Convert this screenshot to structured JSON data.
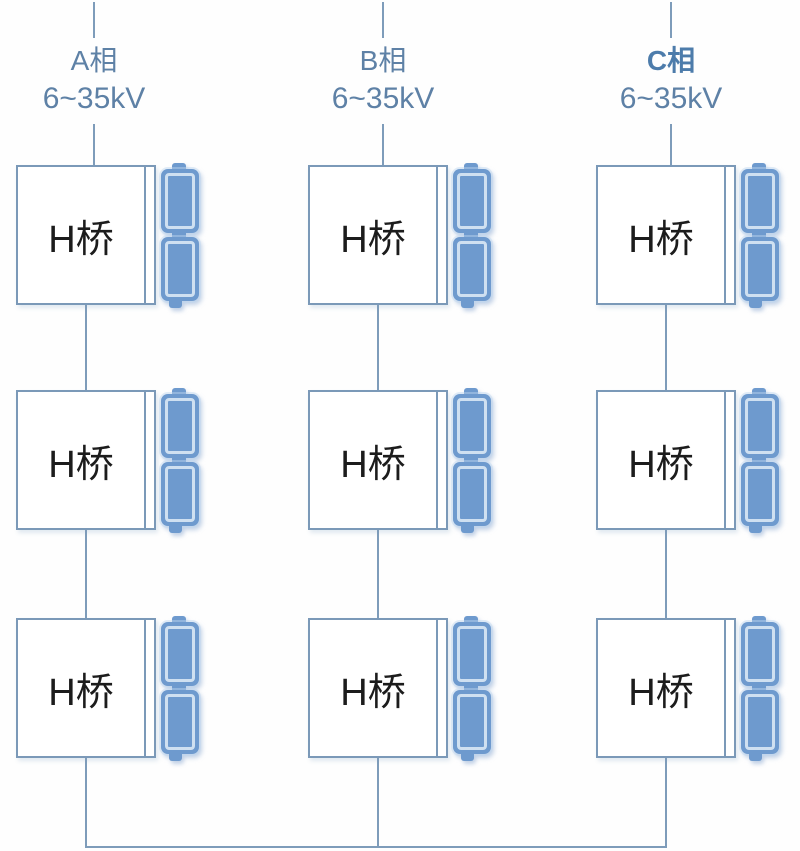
{
  "phases": [
    {
      "label": "A相",
      "voltage": "6~35kV",
      "bold": false,
      "modules": [
        {
          "label": "H桥"
        },
        {
          "label": "H桥"
        },
        {
          "label": "H桥"
        }
      ]
    },
    {
      "label": "B相",
      "voltage": "6~35kV",
      "bold": false,
      "modules": [
        {
          "label": "H桥"
        },
        {
          "label": "H桥"
        },
        {
          "label": "H桥"
        }
      ]
    },
    {
      "label": "C相",
      "voltage": "6~35kV",
      "bold": true,
      "modules": [
        {
          "label": "H桥"
        },
        {
          "label": "H桥"
        },
        {
          "label": "H桥"
        }
      ]
    }
  ],
  "icons": {
    "battery": "battery-cell-icon",
    "battery_terminal": "battery-terminal-icon"
  },
  "colors": {
    "line": "#7e9cba",
    "box_border": "#7b99b8",
    "battery_blue": "#6e9ace",
    "battery_inner_ring": "#cfe0f1",
    "phase_text": "#5e81a6",
    "module_text": "#1c1c1c",
    "background": "#fefefe"
  }
}
